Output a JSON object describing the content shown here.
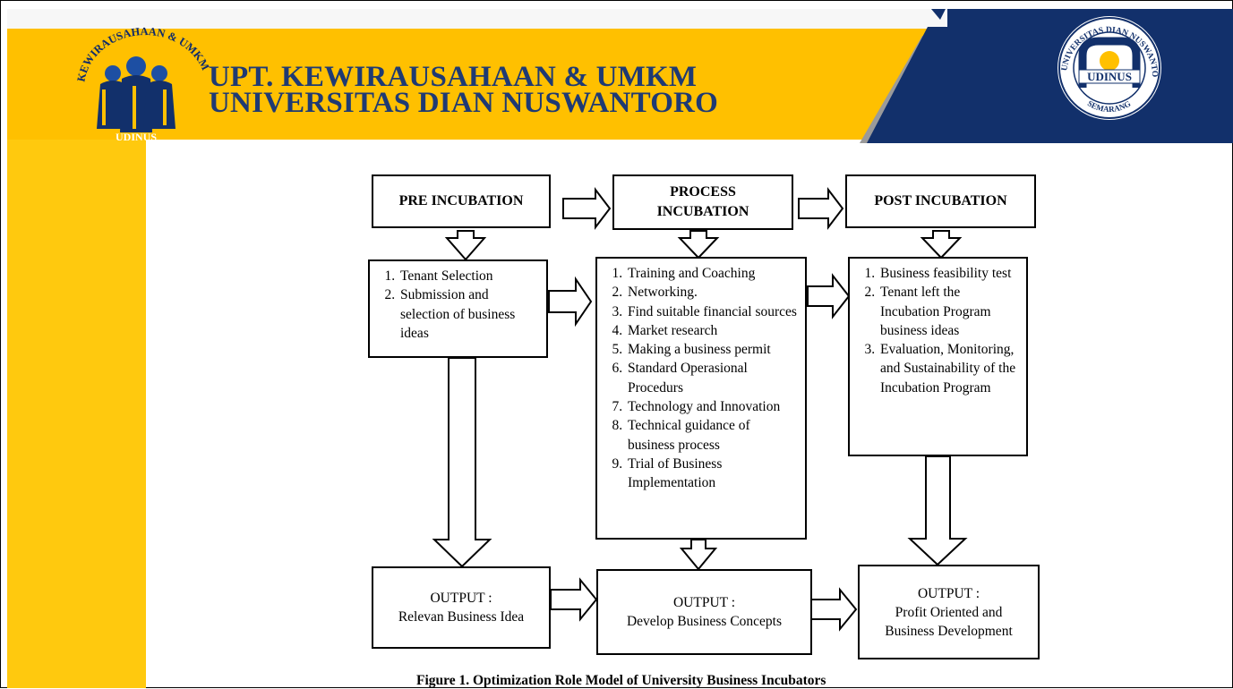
{
  "header": {
    "title_line1": "UPT. KEWIRAUSAHAAN & UMKM",
    "title_line2": "UNIVERSITAS DIAN NUSWANTORO",
    "left_logo": {
      "arc_text": "KEWIRAUSAHAAN & UMKM",
      "bottom_text": "UDINUS"
    },
    "right_logo": {
      "ring_top": "UNIVERSITAS DIAN NUSWANTORO",
      "ring_bottom": "SEMARANG",
      "center": "UDINUS"
    }
  },
  "colors": {
    "header_yellow": "#ffc000",
    "sidebar_yellow": "#ffc90e",
    "title_blue": "#1f3a73",
    "navy": "#12306b"
  },
  "diagram": {
    "stages": [
      {
        "title": "PRE INCUBATION",
        "items": [
          "Tenant Selection",
          "Submission and selection of business ideas"
        ],
        "output_label": "OUTPUT :",
        "output_text": "Relevan Business Idea"
      },
      {
        "title": "PROCESS INCUBATION",
        "items": [
          "Training and Coaching",
          "Networking.",
          "Find suitable financial sources",
          "Market research",
          "Making a business permit",
          "Standard Operasional Procedurs",
          "Technology and Innovation",
          "Technical guidance of business process",
          "Trial of Business Implementation"
        ],
        "output_label": "OUTPUT :",
        "output_text": "Develop Business Concepts"
      },
      {
        "title": "POST INCUBATION",
        "items": [
          "Business feasibility test",
          "Tenant left the Incubation Program business ideas",
          "Evaluation, Monitoring, and Sustainability of the Incubation Program"
        ],
        "output_label": "OUTPUT :",
        "output_text": "Profit Oriented and Business Development"
      }
    ],
    "caption": "Figure 1. Optimization Role Model of University Business Incubators"
  }
}
